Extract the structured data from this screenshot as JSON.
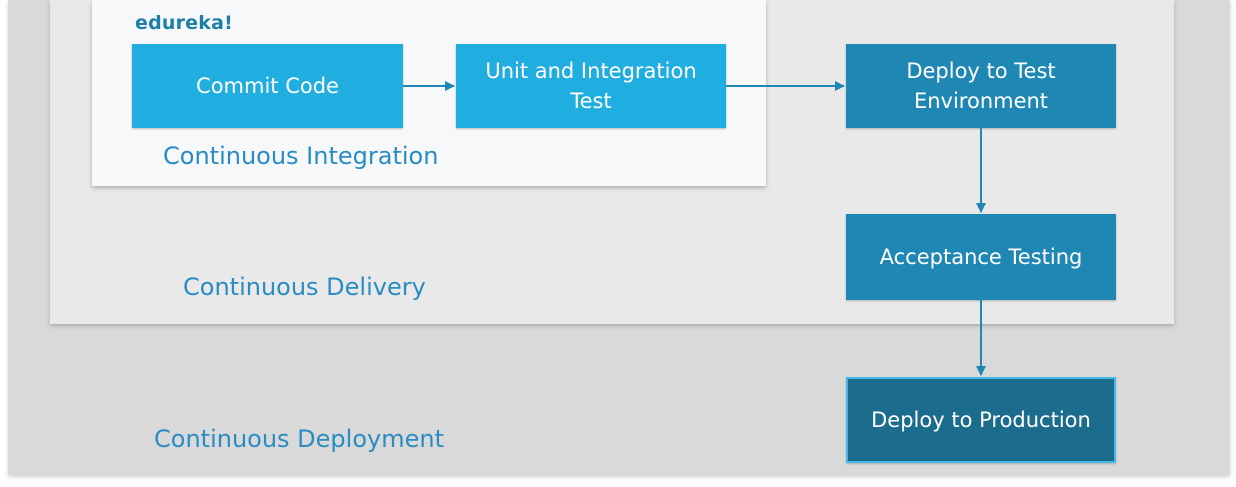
{
  "brand": {
    "logo_text": "edureka!"
  },
  "stages": {
    "integration": "Continuous Integration",
    "delivery": "Continuous Delivery",
    "deployment": "Continuous Deployment"
  },
  "steps": {
    "commit": "Commit Code",
    "unit": "Unit and Integration Test",
    "deploy_test": "Deploy to Test Environment",
    "acceptance": "Acceptance Testing",
    "production": "Deploy to Production"
  },
  "colors": {
    "ci_step": "#20ade0",
    "cd_step": "#1f87b4",
    "deploy_step": "#1c6c8e",
    "label_text": "#2a8cc2",
    "arrow": "#1f87b4"
  }
}
